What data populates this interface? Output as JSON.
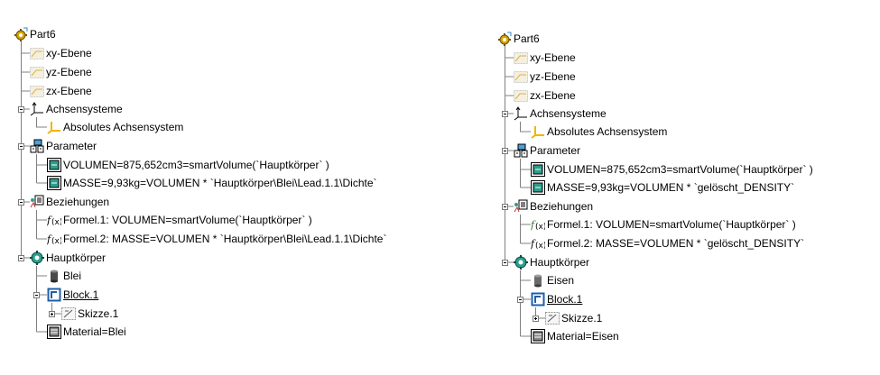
{
  "colors": {
    "line": "#808080",
    "plane": "#e6c56b",
    "axis_yellow": "#f0b400",
    "param_blue": "#1f5fa8",
    "gear_green": "#2e9e8c"
  },
  "left": {
    "part": "Part6",
    "planes": [
      "xy-Ebene",
      "yz-Ebene",
      "zx-Ebene"
    ],
    "axis_sys": "Achsensysteme",
    "abs_axis": "Absolutes Achsensystem",
    "params": "Parameter",
    "param_items": [
      "VOLUMEN=875,652cm3=smartVolume(`Hauptkörper` )",
      "MASSE=9,93kg=VOLUMEN * `Hauptkörper\\Blei\\Lead.1.1\\Dichte`"
    ],
    "relations": "Beziehungen",
    "formulas": [
      "Formel.1: VOLUMEN=smartVolume(`Hauptkörper` )",
      "Formel.2: MASSE=VOLUMEN * `Hauptkörper\\Blei\\Lead.1.1\\Dichte`"
    ],
    "body": "Hauptkörper",
    "material_name": "Blei",
    "pad": "Block.1",
    "sketch": "Skizze.1",
    "material": "Material=Blei"
  },
  "right": {
    "part": "Part6",
    "planes": [
      "xy-Ebene",
      "yz-Ebene",
      "zx-Ebene"
    ],
    "axis_sys": "Achsensysteme",
    "abs_axis": "Absolutes Achsensystem",
    "params": "Parameter",
    "param_items": [
      "VOLUMEN=875,652cm3=smartVolume(`Hauptkörper` )",
      "MASSE=9,93kg=VOLUMEN * `gelöscht_DENSITY`"
    ],
    "relations": "Beziehungen",
    "formulas": [
      "Formel.1: VOLUMEN=smartVolume(`Hauptkörper` )",
      "Formel.2: MASSE=VOLUMEN * `gelöscht_DENSITY`"
    ],
    "body": "Hauptkörper",
    "material_name": "Eisen",
    "pad": "Block.1",
    "sketch": "Skizze.1",
    "material": "Material=Eisen"
  }
}
